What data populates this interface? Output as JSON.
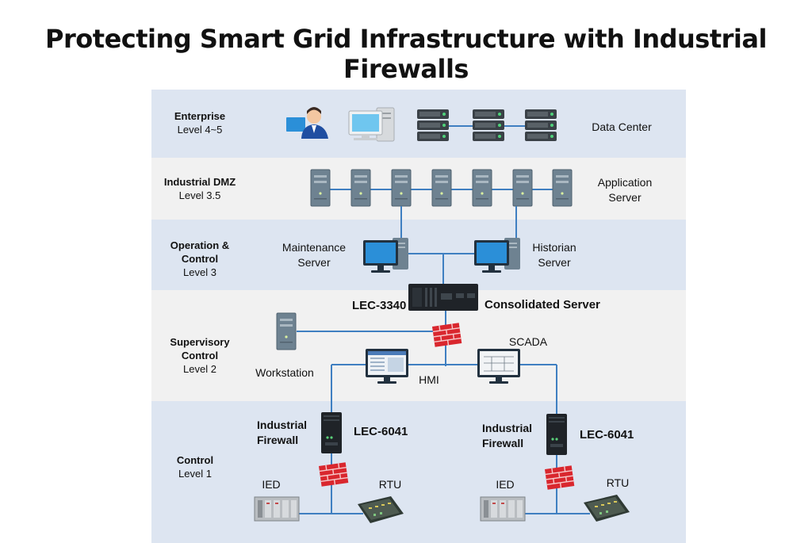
{
  "title": "Protecting Smart Grid Infrastructure with Industrial Firewalls",
  "levels": [
    {
      "name": "Enterprise",
      "sub": "Level 4~5"
    },
    {
      "name": "Industrial DMZ",
      "sub": "Level 3.5"
    },
    {
      "name_line1": "Operation &",
      "name_line2": "Control",
      "sub": "Level 3"
    },
    {
      "name_line1": "Supervisory",
      "name_line2": "Control",
      "sub": "Level 2"
    },
    {
      "name": "Control",
      "sub": "Level 1"
    }
  ],
  "labels": {
    "data_center": "Data Center",
    "application_server_1": "Application",
    "application_server_2": "Server",
    "maintenance_1": "Maintenance",
    "maintenance_2": "Server",
    "historian_1": "Historian",
    "historian_2": "Server",
    "lec3340": "LEC-3340",
    "consolidated": "Consolidated Server",
    "workstation": "Workstation",
    "hmi": "HMI",
    "scada": "SCADA",
    "industrial_firewall_1": "Industrial",
    "industrial_firewall_2": "Firewall",
    "lec6041": "LEC-6041",
    "ied": "IED",
    "rtu": "RTU"
  },
  "colors": {
    "band_blue": "#dde5f1",
    "band_gray": "#f1f1f1",
    "link_blue": "#3f7fc1",
    "firewall_red": "#d9272e",
    "device_dark": "#1f2328",
    "tower_gray": "#6e8291"
  }
}
